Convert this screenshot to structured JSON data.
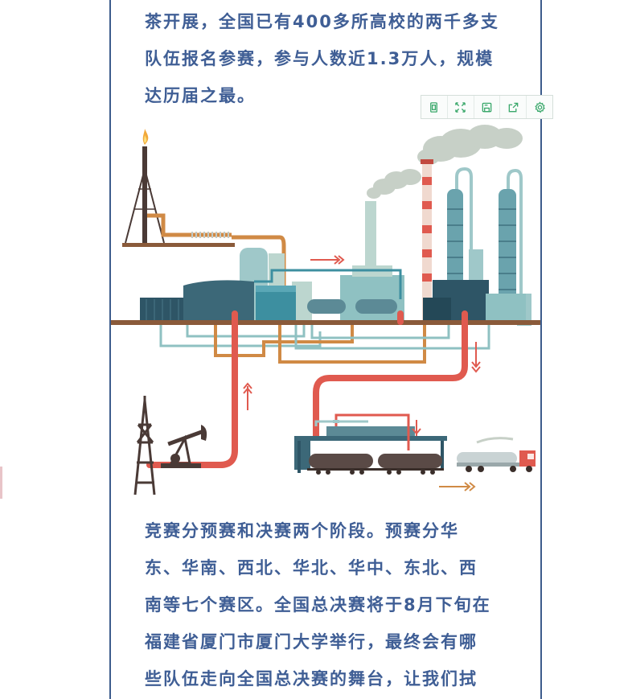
{
  "article": {
    "paragraph_1": {
      "lines": [
        "茶开展，全国已有400多所高校的两千多支",
        "队伍报名参赛，参与人数近1.3万人，规模",
        "达历届之最。"
      ]
    },
    "paragraph_2": {
      "lines": [
        "竞赛分预赛和决赛两个阶段。预赛分华",
        "东、华南、西北、华北、华中、东北、西",
        "南等七个赛区。全国总决赛将于8月下旬在",
        "福建省厦门市厦门大学举行，最终会有哪",
        "些队伍走向全国总决赛的舞台，让我们拭"
      ]
    }
  },
  "toolbar": {
    "items": [
      {
        "name": "copy-icon"
      },
      {
        "name": "fullscreen-icon"
      },
      {
        "name": "save-icon"
      },
      {
        "name": "share-icon"
      },
      {
        "name": "settings-icon"
      }
    ],
    "color": "#3aa86b"
  },
  "illustration": {
    "subject": "oil-and-gas-industry-infographic"
  },
  "colors": {
    "text": "#3f5e95",
    "border": "#3d5c8c",
    "pipe_red": "#e05a4f",
    "pipe_orange": "#d08a45",
    "pipe_teal": "#8fc1c2",
    "ground": "#8a5a3a",
    "dark_tank": "#2e5566"
  }
}
